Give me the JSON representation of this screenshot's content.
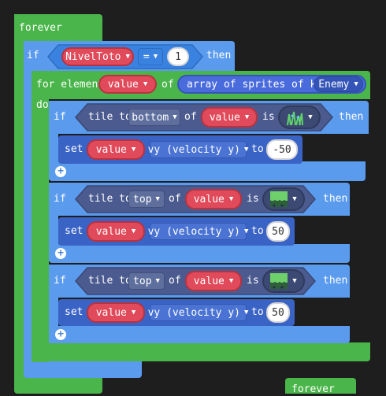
{
  "forever_block": {
    "label": "forever"
  },
  "forever_block_2": {
    "label": "forever"
  },
  "if_main": {
    "if_label": "if",
    "var": "NivelToto",
    "op": "=",
    "value": "1",
    "then_label": "then"
  },
  "for_loop": {
    "for_label": "for element",
    "var": "value",
    "of_label": "of",
    "array_label": "array of sprites of kind",
    "kind": "Enemy",
    "do_label": "do"
  },
  "if_blocks": [
    {
      "if_label": "if",
      "tile_to": "tile to",
      "direction": "bottom",
      "of_label": "of",
      "var": "value",
      "is_label": "is",
      "then_label": "then",
      "set_label": "set",
      "set_var": "value",
      "prop": "vy (velocity y)",
      "to_label": "to",
      "set_value": "-50"
    },
    {
      "if_label": "if",
      "tile_to": "tile to",
      "direction": "top",
      "of_label": "of",
      "var": "value",
      "is_label": "is",
      "then_label": "then",
      "set_label": "set",
      "set_var": "value",
      "prop": "vy (velocity y)",
      "to_label": "to",
      "set_value": "50"
    },
    {
      "if_label": "if",
      "tile_to": "tile to",
      "direction": "top",
      "of_label": "of",
      "var": "value",
      "is_label": "is",
      "then_label": "then",
      "set_label": "set",
      "set_var": "value",
      "prop": "vy (velocity y)",
      "to_label": "to",
      "set_value": "50"
    }
  ],
  "colors": {
    "loops": "#4ab54a",
    "logic": "#5b9bee",
    "variable": "#e04a5a",
    "sprites": "#4a6bdc",
    "scene": "#4c5b8f"
  }
}
